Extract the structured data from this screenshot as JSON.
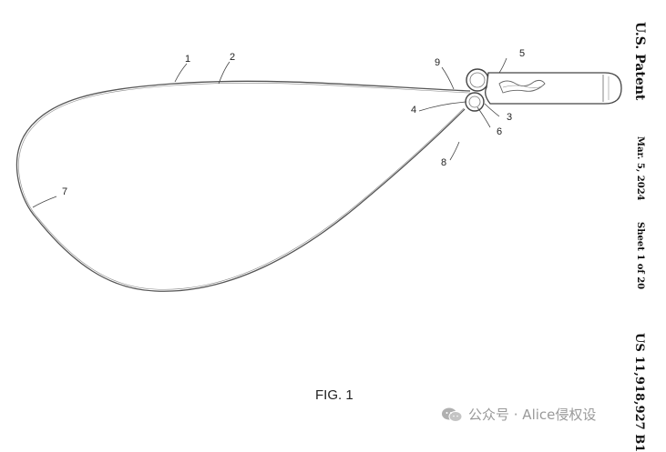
{
  "header": {
    "title": "U.S. Patent",
    "date": "Mar. 5, 2024",
    "sheet": "Sheet 1 of 20",
    "patent_number": "US 11,918,927 B1"
  },
  "figure": {
    "caption": "FIG. 1",
    "reference_numerals": [
      "1",
      "2",
      "3",
      "4",
      "5",
      "6",
      "7",
      "8",
      "9"
    ]
  },
  "watermark": {
    "text": "公众号 · Alice侵权设",
    "icon": "wechat-icon"
  },
  "colors": {
    "line": "#555555",
    "watermark": "#9a9a9a"
  }
}
